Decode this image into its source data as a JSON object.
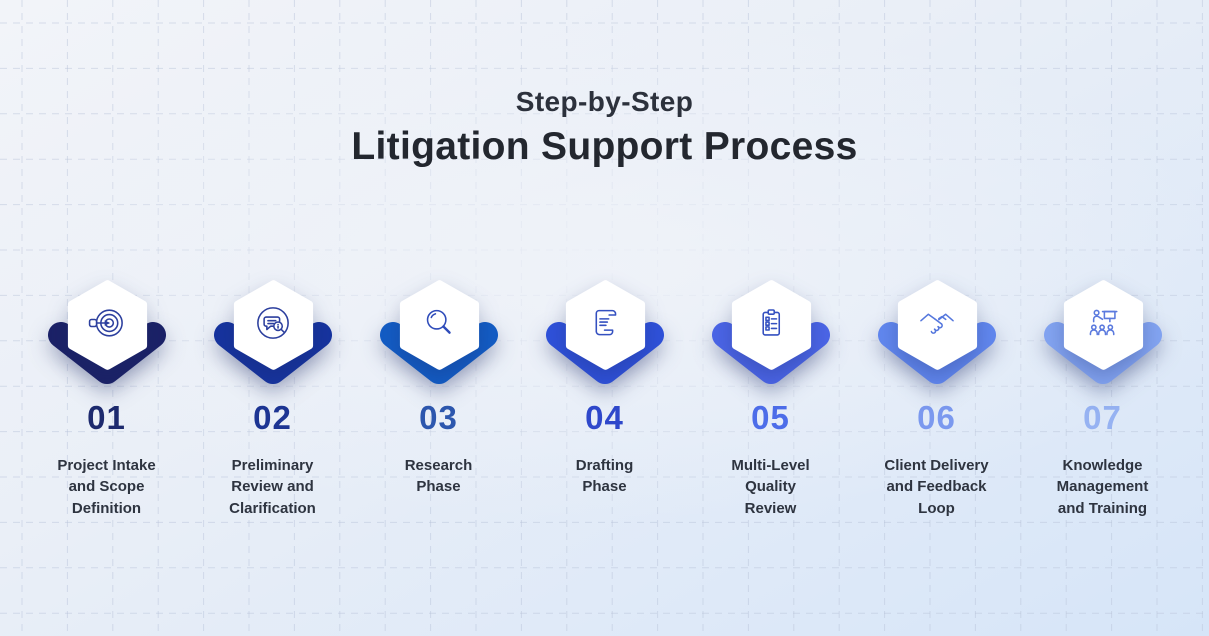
{
  "title": {
    "line1": "Step-by-Step",
    "line2": "Litigation Support Process"
  },
  "steps": [
    {
      "number": "01",
      "label": "Project Intake\nand Scope\nDefinition",
      "icon": "target-arrow-icon",
      "chevron_color": "#1b2167",
      "number_color": "#1d2a6e",
      "icon_color": "#2c3f9e"
    },
    {
      "number": "02",
      "label": "Preliminary\nReview and\nClarification",
      "icon": "chat-search-icon",
      "chevron_color": "#16339e",
      "number_color": "#1d3593",
      "icon_color": "#2c3f9e"
    },
    {
      "number": "03",
      "label": "Research\nPhase",
      "icon": "magnifier-icon",
      "chevron_color": "#135cc4",
      "number_color": "#2d57ae",
      "icon_color": "#2f4cba"
    },
    {
      "number": "04",
      "label": "Drafting\nPhase",
      "icon": "scroll-icon",
      "chevron_color": "#2f51d9",
      "number_color": "#2f48cb",
      "icon_color": "#3450c0"
    },
    {
      "number": "05",
      "label": "Multi-Level\nQuality\nReview",
      "icon": "clipboard-checklist-icon",
      "chevron_color": "#4b65e6",
      "number_color": "#4d6de9",
      "icon_color": "#3450c0"
    },
    {
      "number": "06",
      "label": "Client Delivery\nand Feedback\nLoop",
      "icon": "handshake-icon",
      "chevron_color": "#6187ee",
      "number_color": "#7b99ef",
      "icon_color": "#5577dd"
    },
    {
      "number": "07",
      "label": "Knowledge\nManagement\nand Training",
      "icon": "training-icon",
      "chevron_color": "#83a4f1",
      "number_color": "#96b2f2",
      "icon_color": "#5b7ade"
    }
  ],
  "background": {
    "gradient_start": "#f2f4f9",
    "gradient_end": "#d6e5f8",
    "grid_line_color": "#b9c4da"
  },
  "text_colors": {
    "title_top": "#2c313c",
    "title_main": "#23272f",
    "label": "#2e3440"
  }
}
